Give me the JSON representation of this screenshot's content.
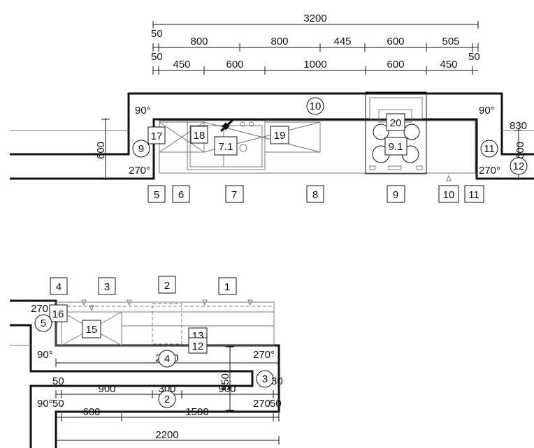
{
  "top": {
    "dims": {
      "total": "3200",
      "left_50_a": "50",
      "row1": [
        "800",
        "800",
        "445",
        "600",
        "505"
      ],
      "left_50_b": "50",
      "right_50": "50",
      "row2": [
        "450",
        "600",
        "1000",
        "600",
        "450"
      ],
      "depth": "600",
      "right_830": "830",
      "right_600": "600"
    },
    "angles": {
      "tl": "90°",
      "tr": "90°",
      "bl": "270°",
      "br": "270°"
    },
    "boxes": [
      "17",
      "18",
      "7.1",
      "19",
      "20",
      "9.1"
    ],
    "bottom_boxes": [
      "5",
      "6",
      "7",
      "8",
      "9",
      "10",
      "11"
    ],
    "circles": [
      "10",
      "9",
      "11",
      "12"
    ]
  },
  "bottom": {
    "boxes": [
      "4",
      "3",
      "2",
      "1",
      "16",
      "15",
      "13",
      "12"
    ],
    "circles": [
      "5",
      "4",
      "3",
      "2"
    ],
    "angles": {
      "a270": "270",
      "a90": "90°",
      "a270b": "270°",
      "a90b": "90°",
      "a270c": "270"
    },
    "dims": {
      "d2200a": "2200",
      "d50": "50",
      "d900a": "900",
      "d300": "300",
      "d900b": "900",
      "d550": "550",
      "d50b": "50",
      "d50c": "50",
      "d30": "30",
      "d600": "600",
      "d1500": "1500",
      "d2200b": "2200"
    }
  }
}
